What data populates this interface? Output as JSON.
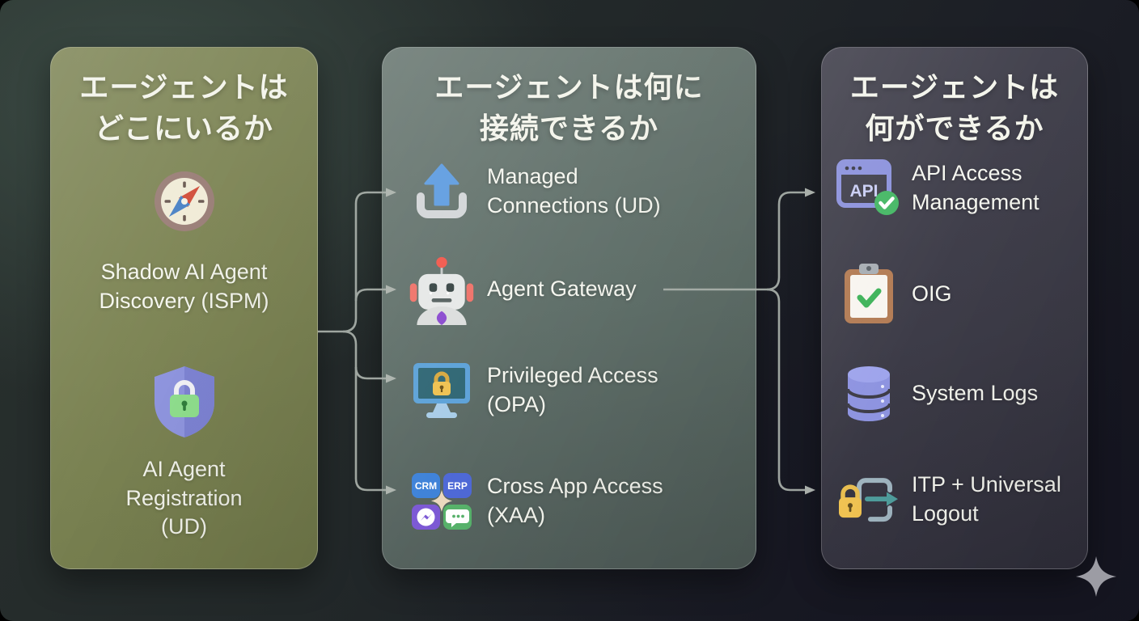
{
  "colors": {
    "background": "#20262a",
    "panel_left": "#7c8453",
    "panel_middle": "#5f6f69",
    "panel_right": "#3a3945",
    "connector": "#aab1ab",
    "text": "#f4f5ec",
    "check_green": "#43b763",
    "lock_yellow": "#f0c24f",
    "periwinkle": "#8c92e0"
  },
  "panels": [
    {
      "name": "where-is-the-agent",
      "title_lines": [
        "エージェントは",
        "どこにいるか"
      ],
      "items": [
        {
          "icon": "compass-icon",
          "label": "Shadow AI Agent Discovery (ISPM)"
        },
        {
          "icon": "shield-lock-icon",
          "label": "AI Agent Registration (UD)"
        }
      ]
    },
    {
      "name": "what-can-the-agent-connect-to",
      "title_lines": [
        "エージェントは何に",
        "接続できるか"
      ],
      "items": [
        {
          "icon": "upload-icon",
          "label": "Managed Connections (UD)"
        },
        {
          "icon": "robot-icon",
          "label": "Agent Gateway"
        },
        {
          "icon": "monitor-lock-icon",
          "label": "Privileged Access (OPA)"
        },
        {
          "icon": "apps-grid-icon",
          "label": "Cross App Access (XAA)"
        }
      ]
    },
    {
      "name": "what-can-the-agent-do",
      "title_lines": [
        "エージェントは",
        "何ができるか"
      ],
      "items": [
        {
          "icon": "api-window-icon",
          "label": "API Access Management"
        },
        {
          "icon": "clipboard-check-icon",
          "label": "OIG"
        },
        {
          "icon": "database-icon",
          "label": "System Logs"
        },
        {
          "icon": "lock-logout-icon",
          "label": "ITP + Universal Logout"
        }
      ]
    }
  ],
  "icon_text": {
    "crm": "CRM",
    "erp": "ERP",
    "api": "API"
  }
}
